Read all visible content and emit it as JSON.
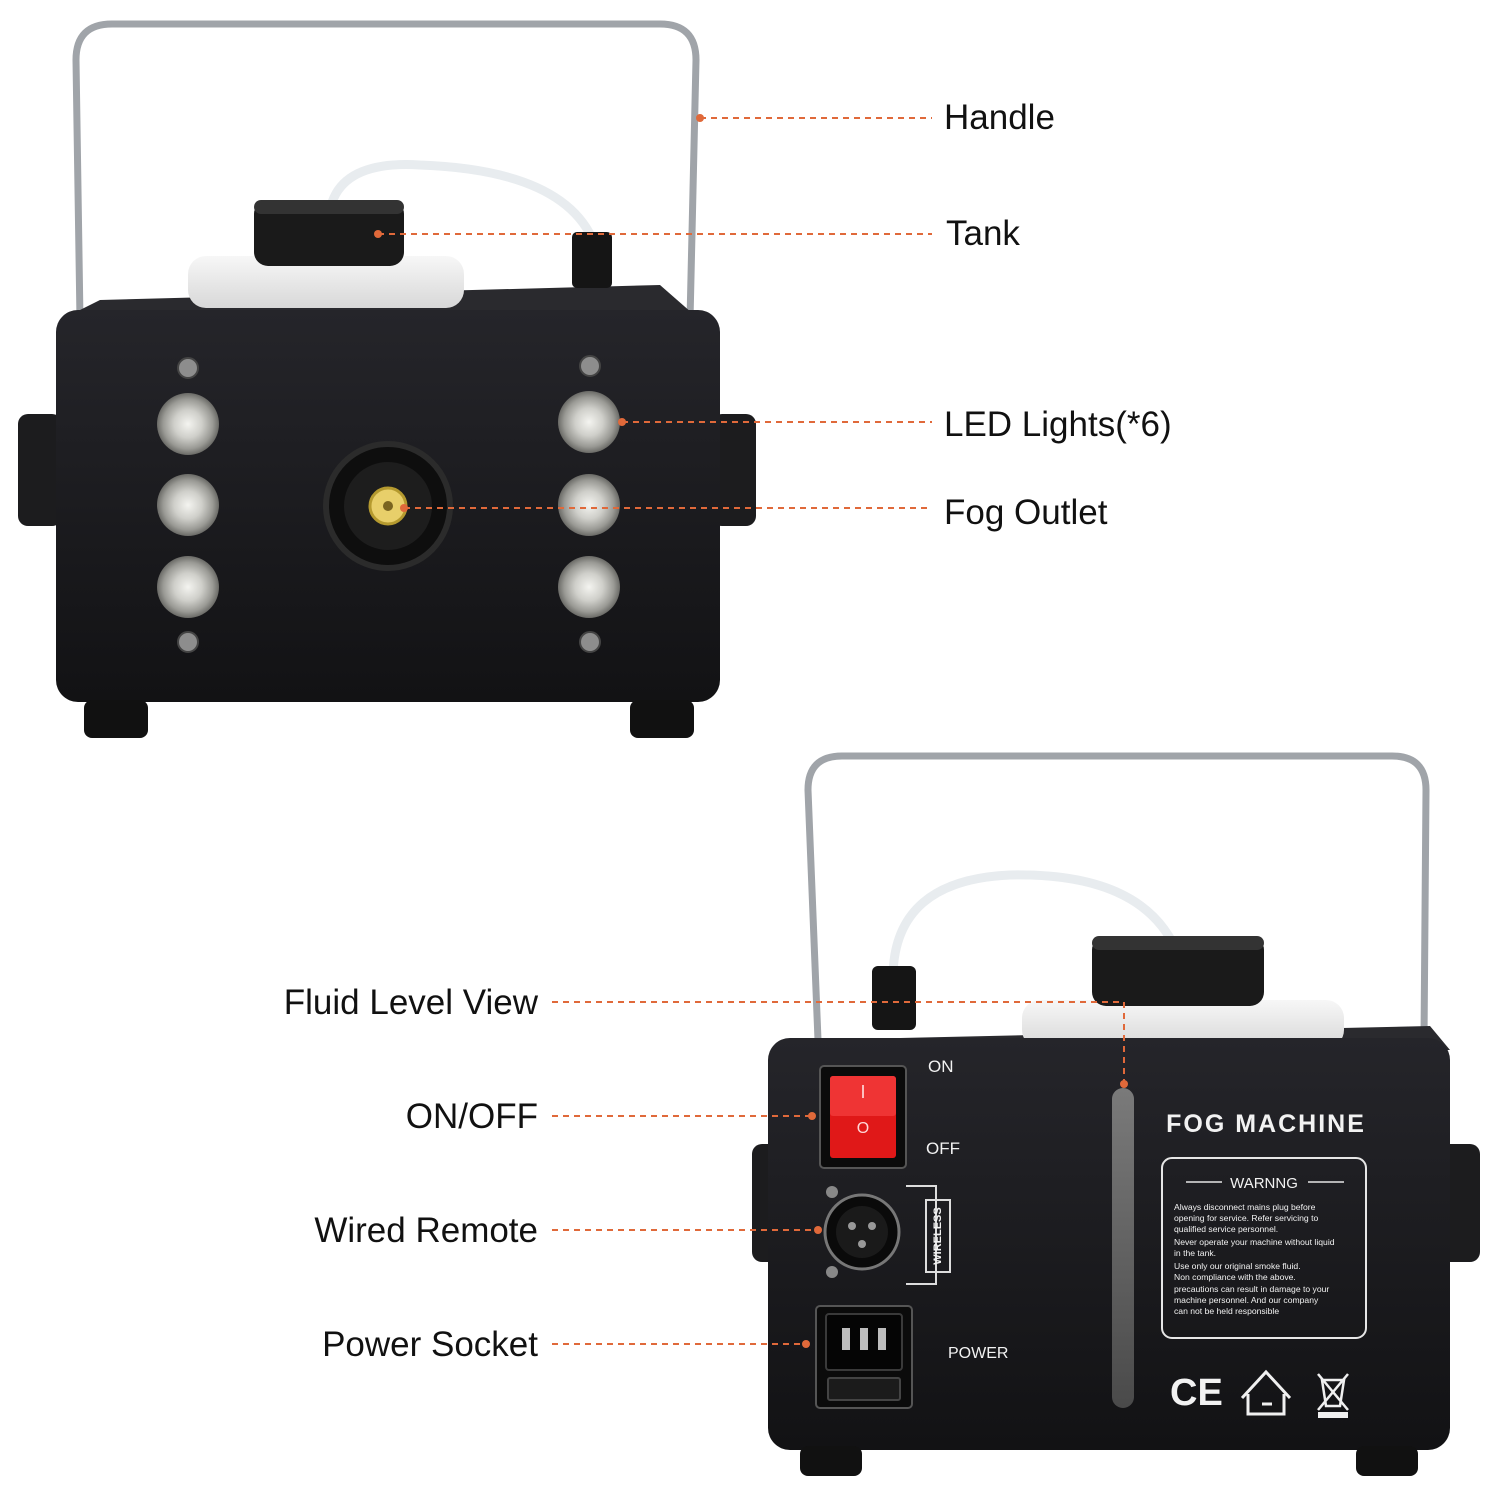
{
  "palette": {
    "leader_line": "#e0693a",
    "body": "#17171a",
    "handle": "#9a9ea3",
    "led": "#c8c8c4",
    "switch": "#e01818",
    "tank": "#eeeeee"
  },
  "callouts_front": [
    {
      "id": "handle",
      "label": "Handle"
    },
    {
      "id": "tank",
      "label": "Tank"
    },
    {
      "id": "led-lights",
      "label": "LED Lights(*6)"
    },
    {
      "id": "fog-outlet",
      "label": "Fog Outlet"
    }
  ],
  "callouts_back": [
    {
      "id": "fluid-level-view",
      "label": "Fluid Level View"
    },
    {
      "id": "on-off",
      "label": "ON/OFF"
    },
    {
      "id": "wired-remote",
      "label": "Wired Remote"
    },
    {
      "id": "power-socket",
      "label": "Power Socket"
    }
  ],
  "back_panel": {
    "on_label": "ON",
    "off_label": "OFF",
    "switch_on_mark": "I",
    "switch_off_mark": "O",
    "wireless_label": "WIRELESS",
    "power_label": "POWER",
    "title": "FOG MACHINE",
    "warning_title": "WARNNG",
    "warning_lines": [
      "Always disconnect mains plug before",
      "opening for service. Refer servicing to",
      "qualified service personnel.",
      "Never operate your machine without liquid",
      "in the tank.",
      "Use only our original smoke fluid.",
      "Non compliance with the above.",
      "precautions can result in damage to your",
      "machine personnel. And our company",
      "can not be held responsible"
    ],
    "ce_mark": "CE"
  }
}
